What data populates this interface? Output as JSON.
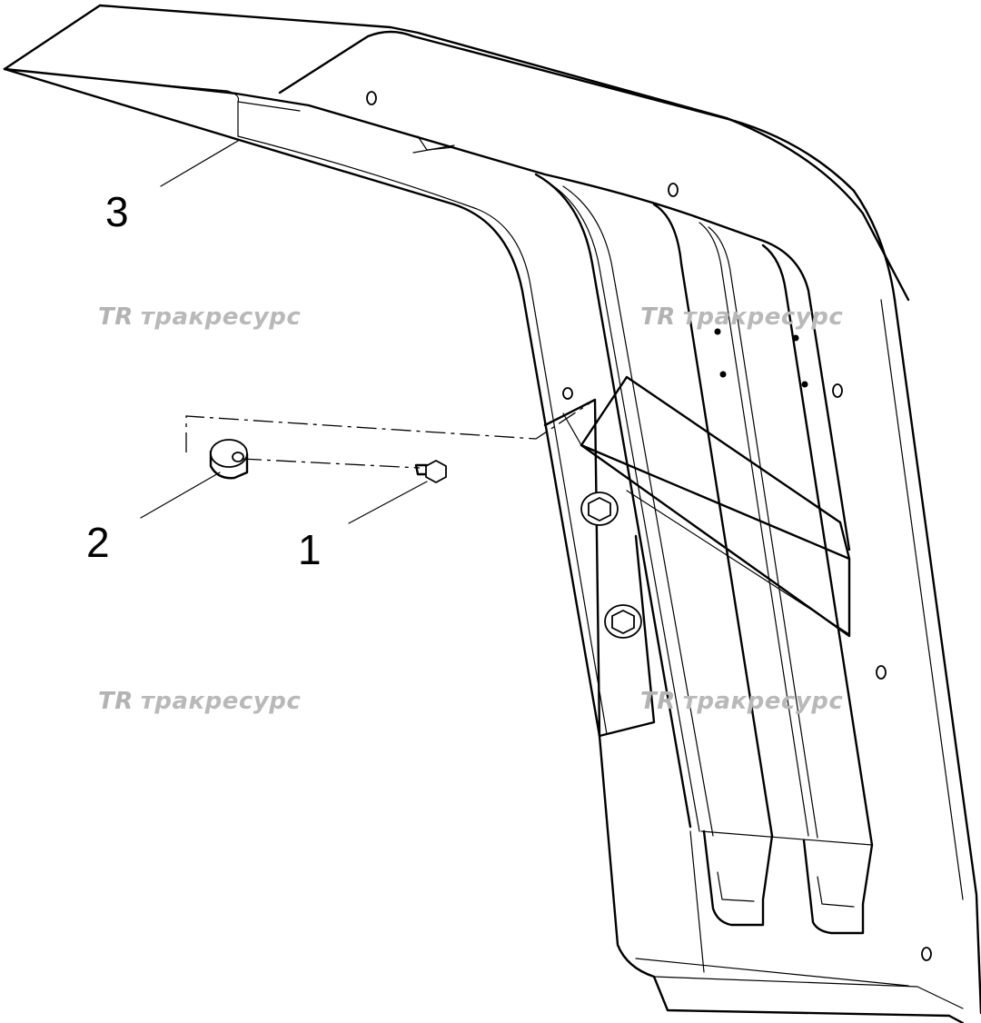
{
  "callouts": [
    {
      "id": "1",
      "label": "1"
    },
    {
      "id": "2",
      "label": "2"
    },
    {
      "id": "3",
      "label": "3"
    }
  ],
  "watermark": {
    "logo": "TR",
    "text": "тракресурс"
  }
}
